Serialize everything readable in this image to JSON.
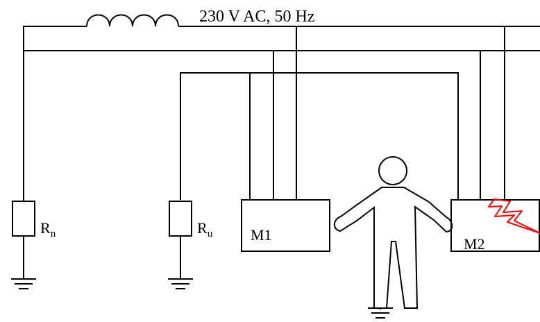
{
  "supply": {
    "label": "230 V AC, 50 Hz"
  },
  "resistors": {
    "neutral": {
      "label": "R",
      "subscript": "n"
    },
    "earth": {
      "label": "R",
      "subscript": "u"
    }
  },
  "machines": {
    "m1": {
      "label": "M1"
    },
    "m2": {
      "label": "M2"
    }
  },
  "colors": {
    "lines": "#000000",
    "fault": "#ff0000"
  },
  "icons": {
    "fault": "lightning-bolt-icon",
    "person": "person-figure",
    "ground": "ground-symbol"
  }
}
